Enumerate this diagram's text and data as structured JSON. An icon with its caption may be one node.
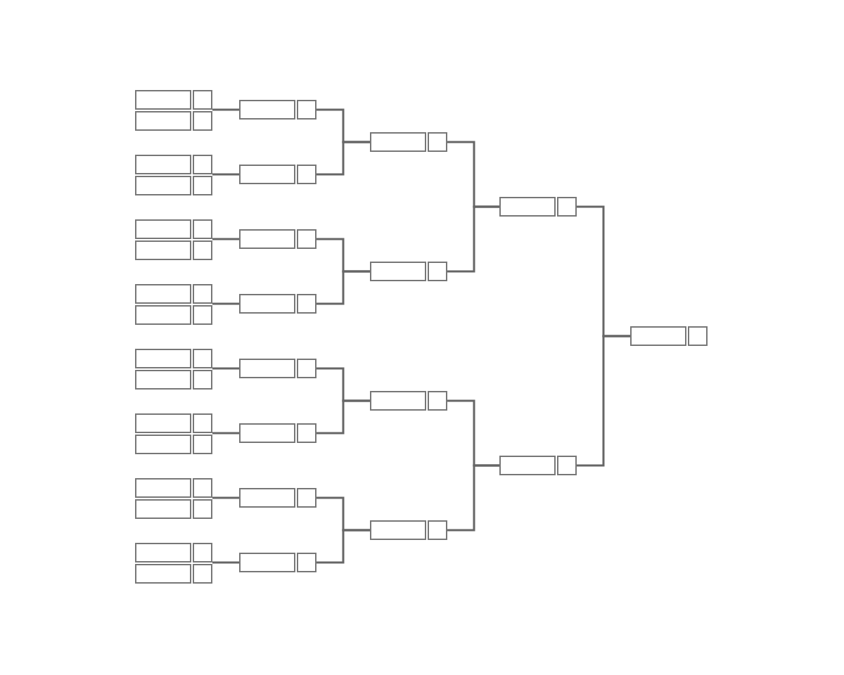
{
  "diagram": {
    "nodes": [
      {
        "text": [],
        "shape": "box"
      },
      {
        "text": [],
        "shape": "box"
      },
      {
        "text": [],
        "shape": "box"
      },
      {
        "text": [],
        "shape": "box"
      },
      {
        "text": [],
        "shape": "box"
      },
      {
        "text": [],
        "shape": "box"
      },
      {
        "text": [],
        "shape": "box"
      },
      {
        "text": [],
        "shape": "box"
      },
      {
        "text": [],
        "shape": "box"
      },
      {
        "text": [],
        "shape": "box"
      },
      {
        "text": [],
        "shape": "box"
      },
      {
        "text": [],
        "shape": "box"
      },
      {
        "text": [],
        "shape": "box"
      },
      {
        "text": [],
        "shape": "box"
      },
      {
        "text": [],
        "shape": "box"
      },
      {
        "text": [],
        "shape": "box"
      },
      {
        "text": [],
        "shape": "box"
      },
      {
        "text": [],
        "shape": "box"
      },
      {
        "text": [],
        "shape": "box"
      },
      {
        "text": [],
        "shape": "box"
      },
      {
        "text": [],
        "shape": "box"
      },
      {
        "text": [],
        "shape": "box"
      },
      {
        "text": [],
        "shape": "box"
      },
      {
        "text": [],
        "shape": "box"
      },
      {
        "text": [],
        "shape": "box"
      },
      {
        "text": [],
        "shape": "box"
      },
      {
        "text": [],
        "shape": "box"
      },
      {
        "text": [],
        "shape": "box"
      },
      {
        "text": [],
        "shape": "box"
      },
      {
        "text": [],
        "shape": "box"
      },
      {
        "text": [],
        "shape": "box"
      },
      {
        "text": [],
        "shape": "box"
      },
      {
        "text": [],
        "shape": "box"
      },
      {
        "text": [],
        "shape": "box"
      },
      {
        "text": [],
        "shape": "box"
      },
      {
        "text": [],
        "shape": "box"
      },
      {
        "text": [],
        "shape": "box"
      },
      {
        "text": [],
        "shape": "box"
      },
      {
        "text": [],
        "shape": "box"
      },
      {
        "text": [],
        "shape": "box"
      },
      {
        "text": [],
        "shape": "box"
      },
      {
        "text": [],
        "shape": "box"
      },
      {
        "text": [],
        "shape": "box"
      },
      {
        "text": [],
        "shape": "box"
      },
      {
        "text": [],
        "shape": "box"
      },
      {
        "text": [],
        "shape": "box"
      },
      {
        "text": [],
        "shape": "box"
      },
      {
        "text": [],
        "shape": "box"
      },
      {
        "text": [],
        "shape": "box"
      },
      {
        "text": [],
        "shape": "box"
      },
      {
        "text": [],
        "shape": "box"
      },
      {
        "text": [],
        "shape": "box"
      },
      {
        "text": [],
        "shape": "box"
      },
      {
        "text": [],
        "shape": "box"
      },
      {
        "text": [],
        "shape": "box"
      },
      {
        "text": [],
        "shape": "box"
      },
      {
        "text": [],
        "shape": "box"
      },
      {
        "text": [],
        "shape": "box"
      },
      {
        "text": [],
        "shape": "box"
      },
      {
        "text": [],
        "shape": "box"
      },
      {
        "text": [],
        "shape": "box"
      },
      {
        "text": [],
        "shape": "box"
      }
    ],
    "edges": [
      {
        "from": 1,
        "to": 32,
        "arrow": "none"
      },
      {
        "from": 3,
        "to": 32,
        "arrow": "none"
      },
      {
        "from": 5,
        "to": 34,
        "arrow": "none"
      },
      {
        "from": 7,
        "to": 34,
        "arrow": "none"
      },
      {
        "from": 9,
        "to": 36,
        "arrow": "none"
      },
      {
        "from": 11,
        "to": 36,
        "arrow": "none"
      },
      {
        "from": 13,
        "to": 38,
        "arrow": "none"
      },
      {
        "from": 15,
        "to": 38,
        "arrow": "none"
      },
      {
        "from": 17,
        "to": 40,
        "arrow": "none"
      },
      {
        "from": 19,
        "to": 40,
        "arrow": "none"
      },
      {
        "from": 21,
        "to": 42,
        "arrow": "none"
      },
      {
        "from": 23,
        "to": 42,
        "arrow": "none"
      },
      {
        "from": 25,
        "to": 44,
        "arrow": "none"
      },
      {
        "from": 27,
        "to": 44,
        "arrow": "none"
      },
      {
        "from": 29,
        "to": 46,
        "arrow": "none"
      },
      {
        "from": 31,
        "to": 46,
        "arrow": "none"
      },
      {
        "from": 33,
        "to": 48,
        "arrow": "none"
      },
      {
        "from": 35,
        "to": 48,
        "arrow": "none"
      },
      {
        "from": 37,
        "to": 50,
        "arrow": "none"
      },
      {
        "from": 39,
        "to": 50,
        "arrow": "none"
      },
      {
        "from": 41,
        "to": 52,
        "arrow": "none"
      },
      {
        "from": 43,
        "to": 52,
        "arrow": "none"
      },
      {
        "from": 45,
        "to": 54,
        "arrow": "none"
      },
      {
        "from": 47,
        "to": 54,
        "arrow": "none"
      },
      {
        "from": 49,
        "to": 56,
        "arrow": "none"
      },
      {
        "from": 51,
        "to": 56,
        "arrow": "none"
      },
      {
        "from": 53,
        "to": 58,
        "arrow": "none"
      },
      {
        "from": 55,
        "to": 58,
        "arrow": "none"
      },
      {
        "from": 57,
        "to": 60,
        "arrow": "none"
      },
      {
        "from": 59,
        "to": 60,
        "arrow": "none"
      }
    ]
  }
}
